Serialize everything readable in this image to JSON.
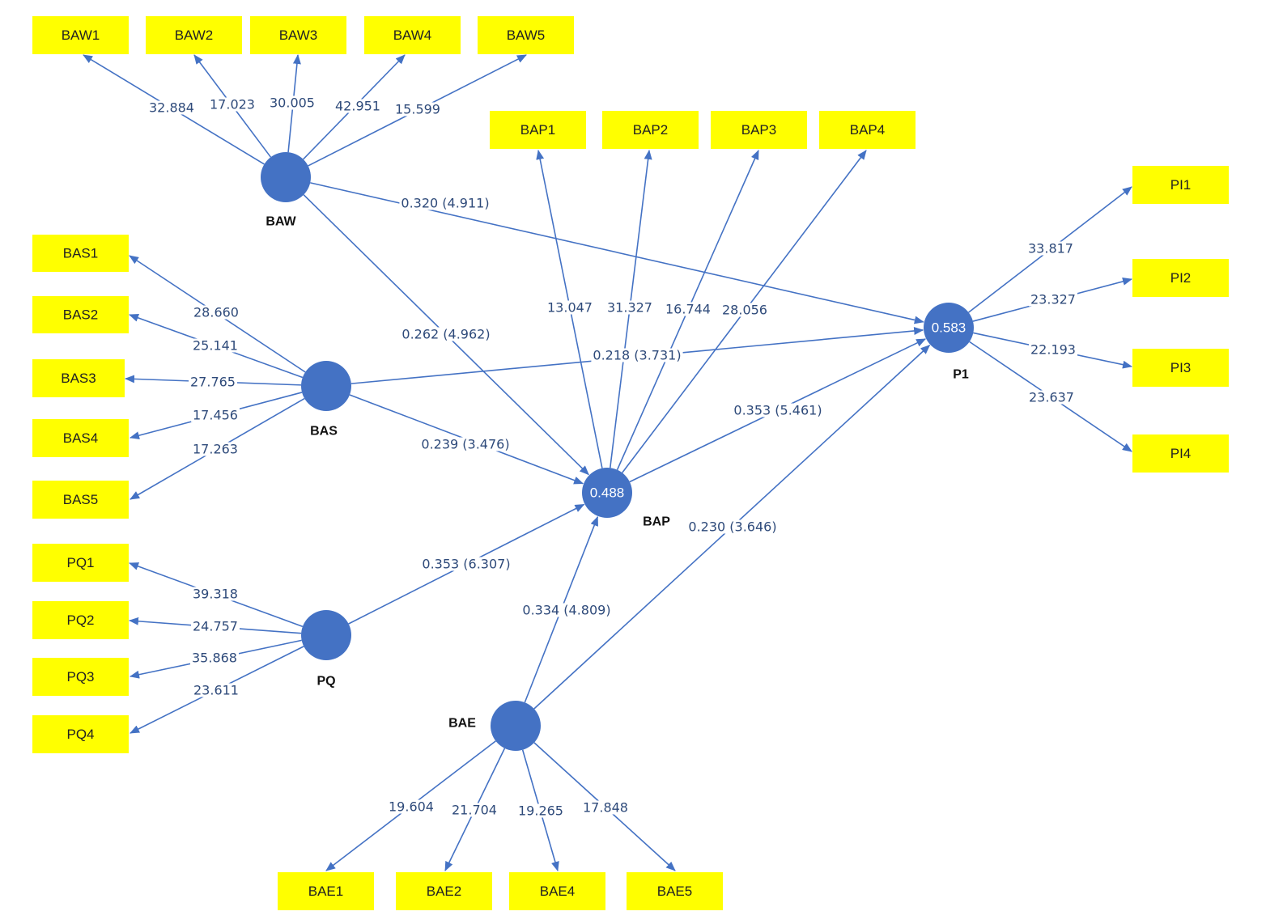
{
  "colors": {
    "indicator_fill": "#ffff00",
    "construct_fill": "#4472c4",
    "edge": "#4472c4",
    "edge_label_text": "#2e4a7a"
  },
  "constructs": {
    "BAW": {
      "name": "BAW",
      "value": ""
    },
    "BAS": {
      "name": "BAS",
      "value": ""
    },
    "PQ": {
      "name": "PQ",
      "value": ""
    },
    "BAP": {
      "name": "BAP",
      "value": "0.488"
    },
    "BAE": {
      "name": "BAE",
      "value": ""
    },
    "P1": {
      "name": "P1",
      "value": "0.583"
    }
  },
  "indicators": {
    "BAW1": "BAW1",
    "BAW2": "BAW2",
    "BAW3": "BAW3",
    "BAW4": "BAW4",
    "BAW5": "BAW5",
    "BAP1": "BAP1",
    "BAP2": "BAP2",
    "BAP3": "BAP3",
    "BAP4": "BAP4",
    "BAS1": "BAS1",
    "BAS2": "BAS2",
    "BAS3": "BAS3",
    "BAS4": "BAS4",
    "BAS5": "BAS5",
    "PQ1": "PQ1",
    "PQ2": "PQ2",
    "PQ3": "PQ3",
    "PQ4": "PQ4",
    "PI1": "PI1",
    "PI2": "PI2",
    "PI3": "PI3",
    "PI4": "PI4",
    "BAE1": "BAE1",
    "BAE2": "BAE2",
    "BAE4": "BAE4",
    "BAE5": "BAE5"
  },
  "loadings": {
    "BAW1": "32.884",
    "BAW2": "17.023",
    "BAW3": "30.005",
    "BAW4": "42.951",
    "BAW5": "15.599",
    "BAP1": "13.047",
    "BAP2": "31.327",
    "BAP3": "16.744",
    "BAP4": "28.056",
    "BAS1": "28.660",
    "BAS2": "25.141",
    "BAS3": "27.765",
    "BAS4": "17.456",
    "BAS5": "17.263",
    "PQ1": "39.318",
    "PQ2": "24.757",
    "PQ3": "35.868",
    "PQ4": "23.611",
    "PI1": "33.817",
    "PI2": "23.327",
    "PI3": "22.193",
    "PI4": "23.637",
    "BAE1": "19.604",
    "BAE2": "21.704",
    "BAE4": "19.265",
    "BAE5": "17.848"
  },
  "paths": {
    "BAW_P1": "0.320 (4.911)",
    "BAW_BAP": "0.262 (4.962)",
    "BAS_P1": "0.218 (3.731)",
    "BAS_BAP": "0.239 (3.476)",
    "PQ_BAP": "0.353 (6.307)",
    "BAP_P1": "0.353 (5.461)",
    "BAE_BAP": "0.334 (4.809)",
    "BAE_P1": "0.230 (3.646)"
  }
}
